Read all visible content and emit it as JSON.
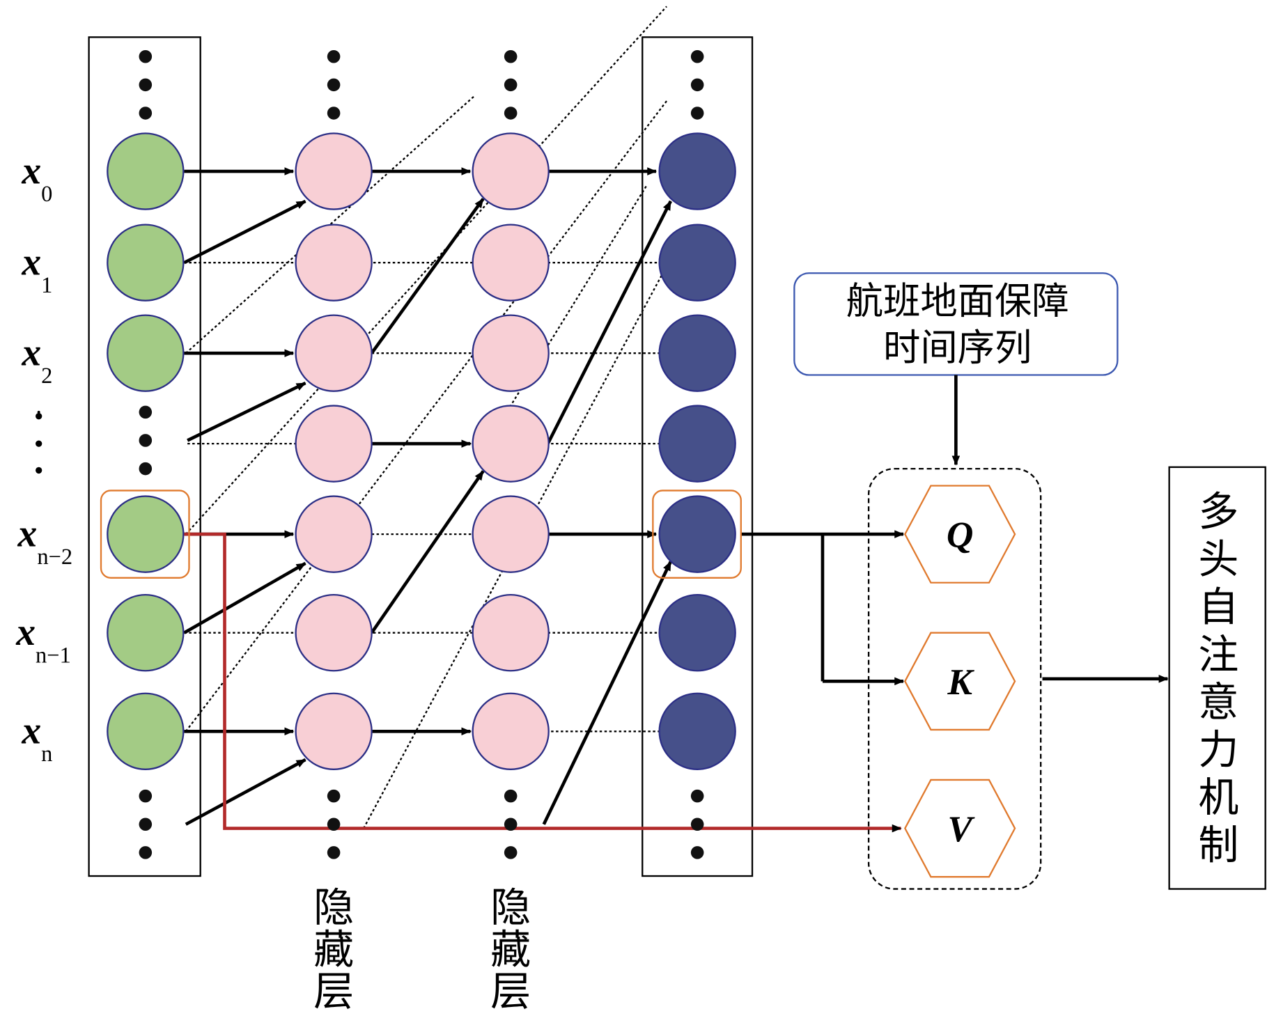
{
  "inputs": [
    {
      "var": "x",
      "sub": "0"
    },
    {
      "var": "x",
      "sub": "1"
    },
    {
      "var": "x",
      "sub": "2"
    },
    {
      "var": "x",
      "sub": "n−2"
    },
    {
      "var": "x",
      "sub": "n−1"
    },
    {
      "var": "x",
      "sub": "n"
    }
  ],
  "hidden_layers": [
    {
      "label": [
        "隐",
        "藏",
        "层"
      ]
    },
    {
      "label": [
        "隐",
        "藏",
        "层"
      ]
    }
  ],
  "series_box": {
    "line1": "航班地面保障",
    "line2": "时间序列"
  },
  "qkv": [
    "Q",
    "K",
    "V"
  ],
  "attention": [
    "多",
    "头",
    "自",
    "注",
    "意",
    "力",
    "机",
    "制"
  ],
  "colors": {
    "input": "#a3cb85",
    "hidden": "#f8cfd5",
    "output": "#46508a",
    "node_stroke": "#2c2f86",
    "highlight": "#e07a2e",
    "residual": "#b22a2a",
    "series_border": "#3b57b0"
  }
}
